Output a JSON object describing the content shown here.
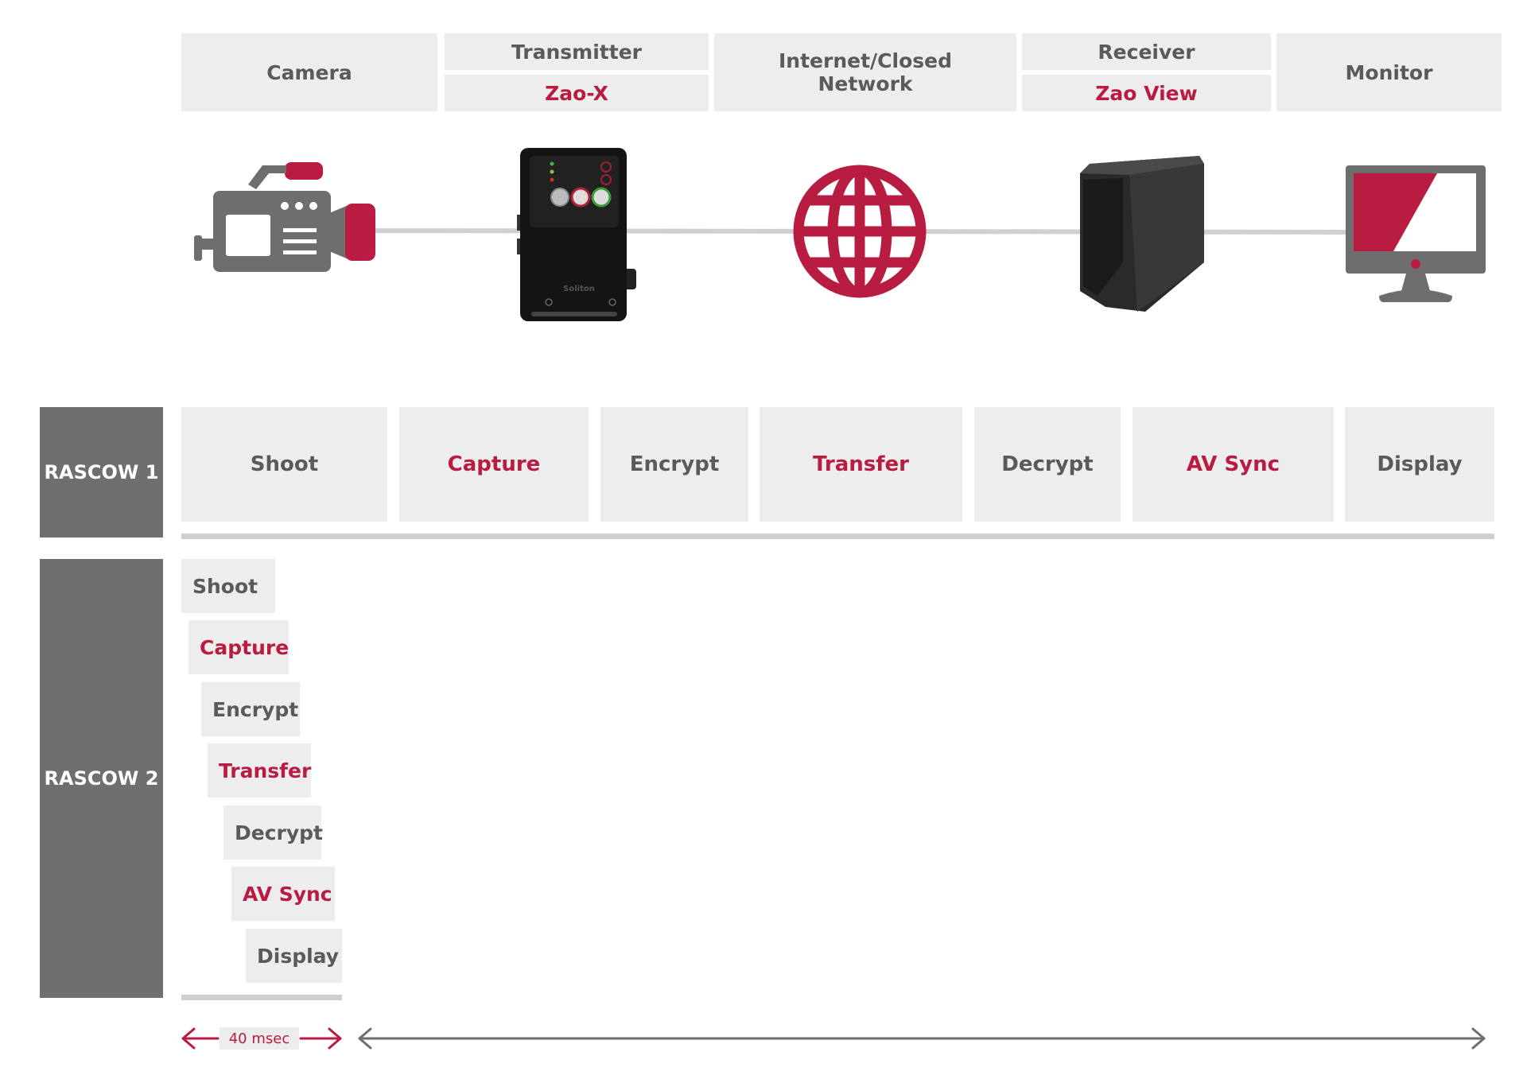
{
  "header": {
    "camera": "Camera",
    "transmitter": "Transmitter",
    "transmitter_product": "Zao-X",
    "network": "Internet/Closed Network",
    "receiver": "Receiver",
    "receiver_product": "Zao View",
    "monitor": "Monitor"
  },
  "icons": {
    "camera": "video-camera-icon",
    "transmitter": "transmitter-device-icon",
    "device_brand": "Soliton",
    "network": "globe-icon",
    "receiver": "receiver-pc-icon",
    "monitor": "monitor-icon"
  },
  "rascow1": {
    "label": "RASCOW 1",
    "steps": [
      "Shoot",
      "Capture",
      "Encrypt",
      "Transfer",
      "Decrypt",
      "AV Sync",
      "Display"
    ]
  },
  "rascow2": {
    "label": "RASCOW 2",
    "steps": [
      "Shoot",
      "Capture",
      "Encrypt",
      "Transfer",
      "Decrypt",
      "AV Sync",
      "Display"
    ]
  },
  "timing": {
    "label": "40 msec"
  },
  "colors": {
    "accent": "#b81c40",
    "box": "#ededed",
    "label_bg": "#6f6f6f",
    "text": "#5a5a5a"
  }
}
